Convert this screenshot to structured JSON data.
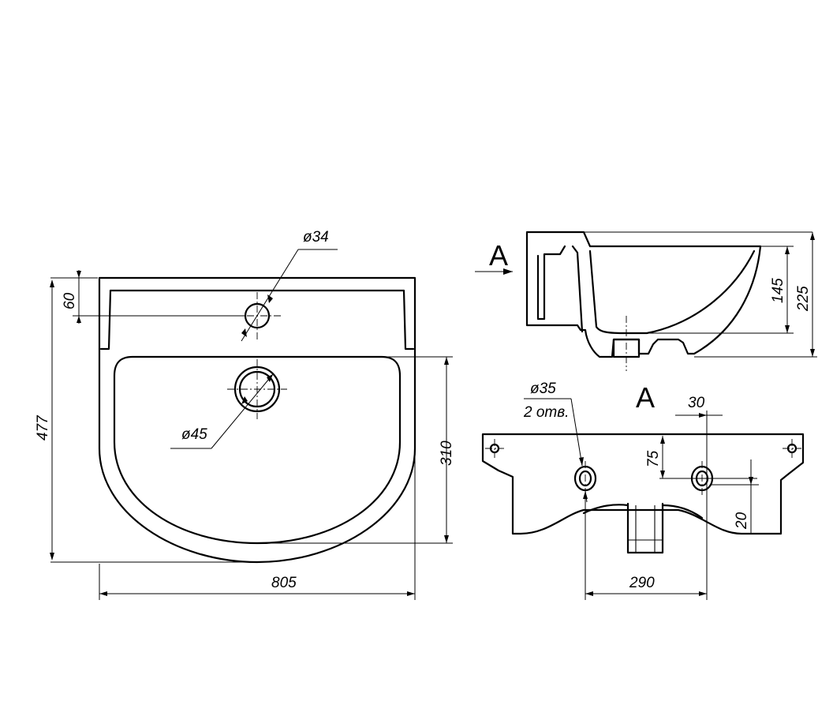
{
  "drawing": {
    "dimensions": {
      "hole_top_dia": "ø34",
      "drain_dia": "ø45",
      "deck_60": "60",
      "total_depth": "477",
      "bowl_depth": "310",
      "total_width": "805",
      "bowl_height": "145",
      "total_height": "225",
      "mount_dia": "ø35",
      "mount_count": "2 отв.",
      "offset_30": "30",
      "offset_75": "75",
      "offset_20": "20",
      "spacing_290": "290"
    },
    "view_labels": {
      "section_arrow": "A",
      "view_marker": "A"
    }
  }
}
